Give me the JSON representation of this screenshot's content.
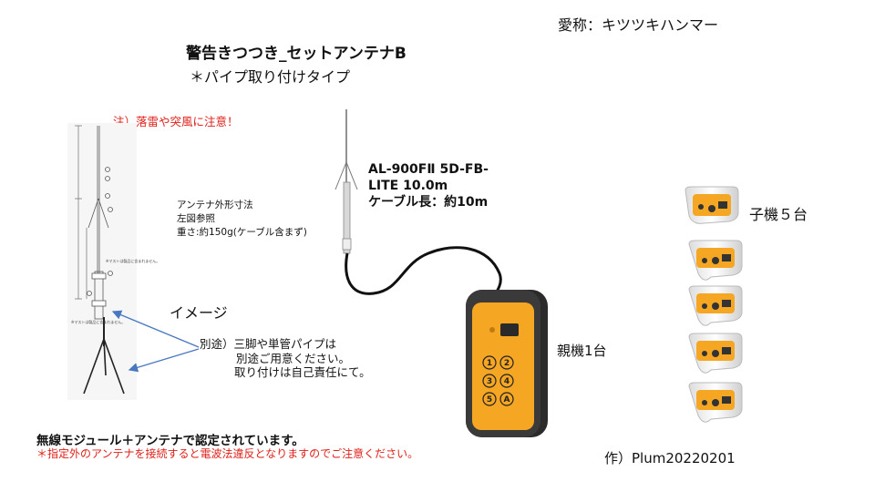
{
  "nickname": "愛称：キツツキハンマー",
  "title": "警告きつつき_セットアンテナB",
  "subtitle": "＊パイプ取り付けタイプ",
  "warning_top": "注）落雷や突風に注意！",
  "spec": {
    "line1": "アンテナ外形寸法",
    "line2": "左図参照",
    "line3": "重さ:約150g(ケーブル含まず)"
  },
  "image_label": "イメージ",
  "note": {
    "line1": "別途）三脚や単管パイプは",
    "line2": "別途ご用意ください。",
    "line3": "取り付けは自己責任にて。"
  },
  "cable_spec": {
    "line1": "AL-900FⅡ 5D-FB-",
    "line2": "LITE 10.0m",
    "line3": "ケーブル長：約10m"
  },
  "parent_label": "親機1台",
  "child_label": "子機５台",
  "certification": "無線モジュール＋アンテナで認定されています。",
  "cert_warning": "＊指定外のアンテナを接続すると電波法違反となりますのでご注意ください。",
  "author": "作）Plum20220201",
  "drawing_notes": {
    "note1": "※マストは製品に含まれません。",
    "note2": "※マストは製品に含まれません。"
  },
  "remote_buttons": [
    "1",
    "2",
    "3",
    "4",
    "5",
    "A"
  ],
  "colors": {
    "warning": "#e0201a",
    "device_orange": "#f5a623",
    "device_dark": "#2a2a2a",
    "arrow": "#4a78c0"
  }
}
